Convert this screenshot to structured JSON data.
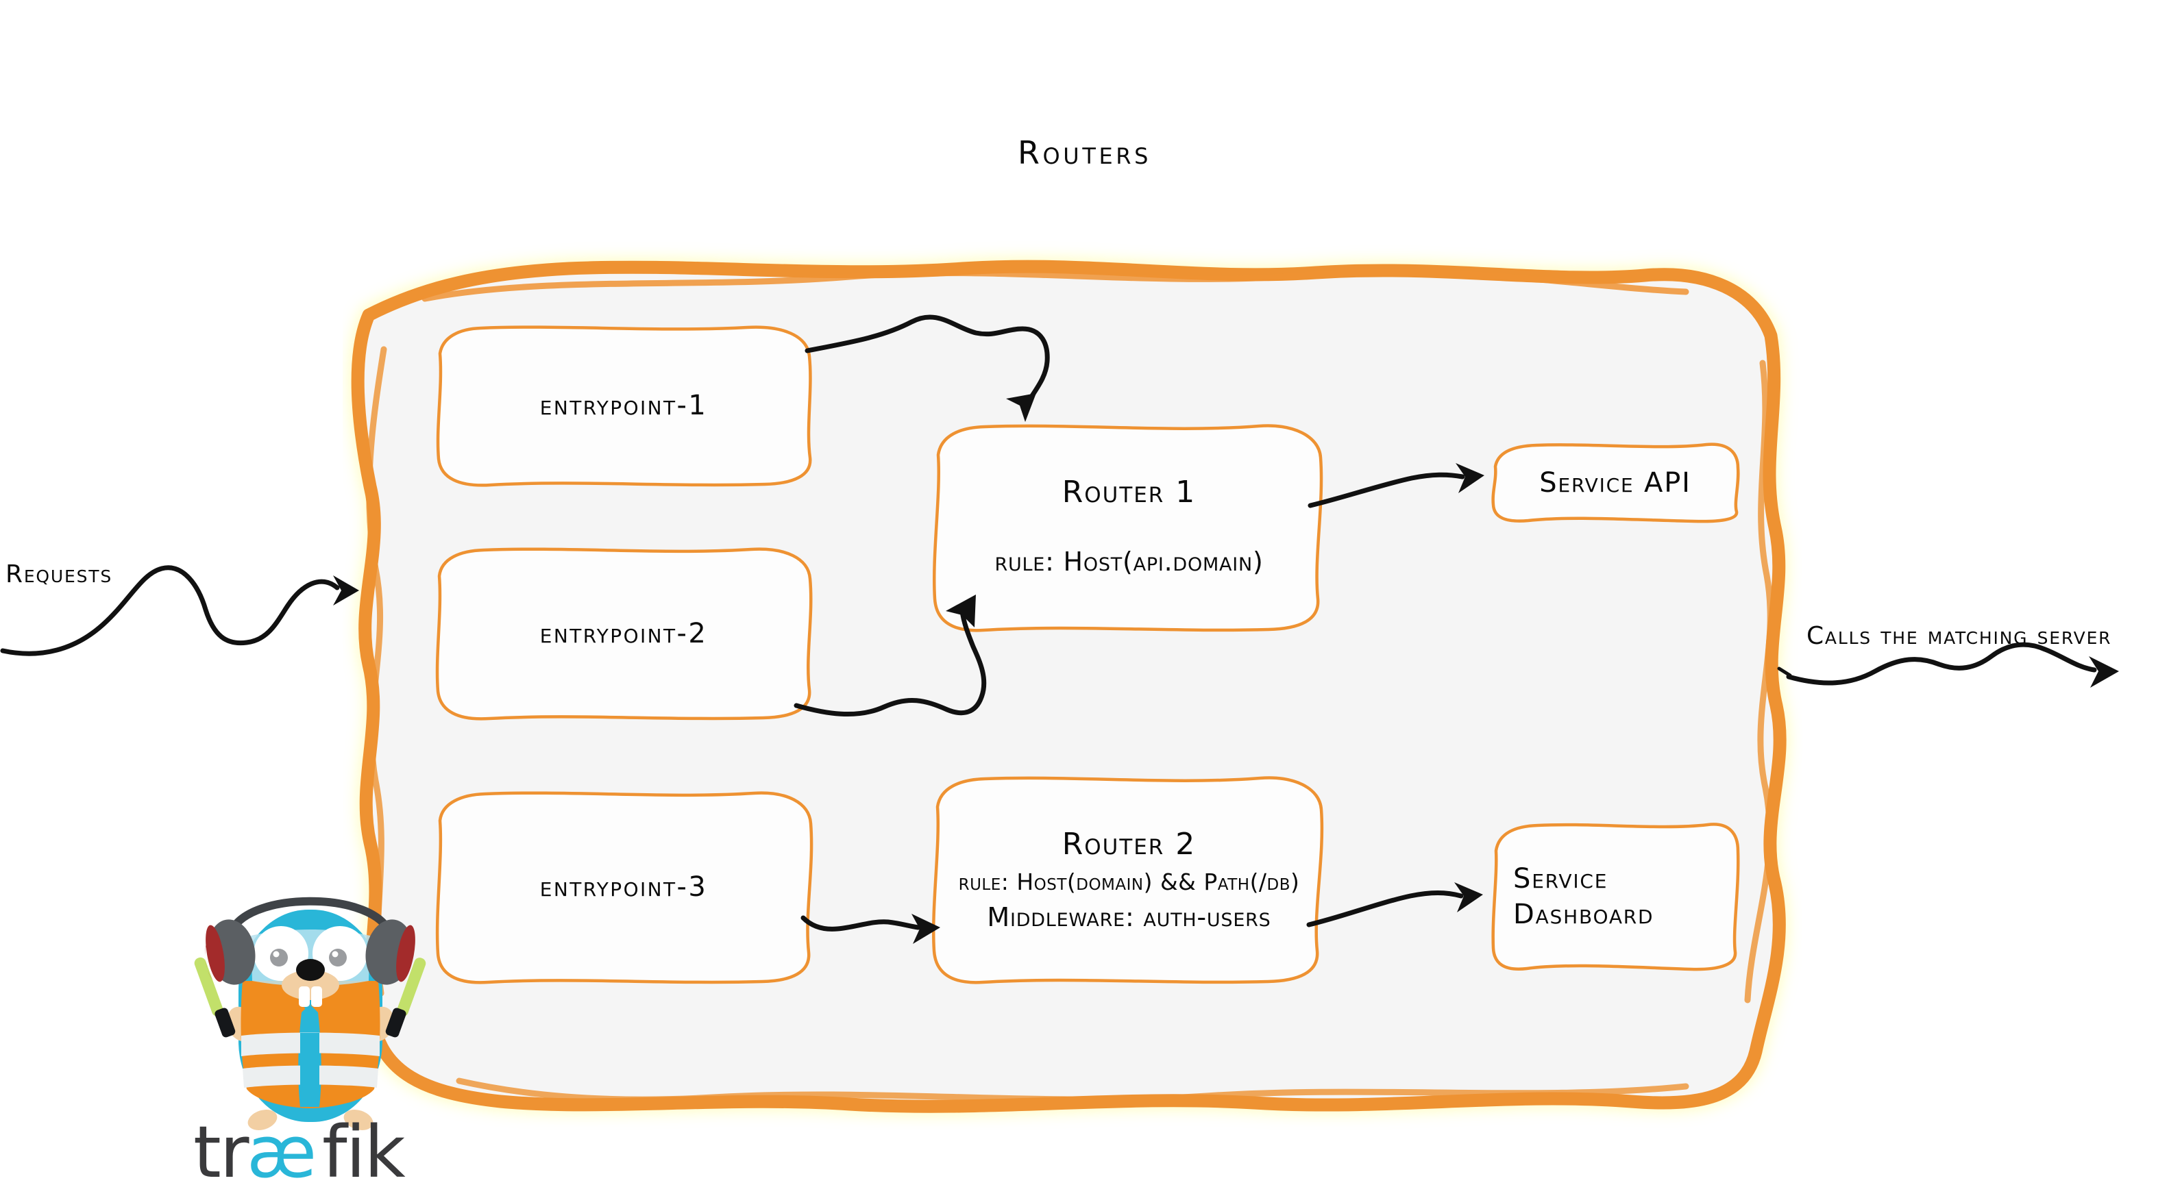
{
  "diagram": {
    "title": "Routers",
    "background_color": "#ffffff",
    "accent_color": "#ee9232",
    "panel_fill": "#f5f5f5",
    "ink_color": "#0a0a0a"
  },
  "side_labels": {
    "requests": "Requests",
    "calls": "Calls the matching server"
  },
  "entrypoints": [
    {
      "label": "entrypoint-1"
    },
    {
      "label": "entrypoint-2"
    },
    {
      "label": "entrypoint-3"
    }
  ],
  "routers": [
    {
      "title": "Router 1",
      "lines": [
        "rule: Host(api.domain)"
      ]
    },
    {
      "title": "Router 2",
      "lines": [
        "rule: Host(domain) && Path(/db)",
        "Middleware: auth-users"
      ]
    }
  ],
  "services": [
    {
      "lines": [
        "Service API"
      ]
    },
    {
      "lines": [
        "Service",
        "Dashboard"
      ]
    }
  ],
  "logo": {
    "wordmark_prefix": "tr",
    "wordmark_ligature": "æ",
    "wordmark_suffix": "fik",
    "body_color": "#29b6d8",
    "vest_color": "#f08c1e",
    "stripe_color": "#eceff0",
    "headphone_color": "#5b5f63",
    "headphone_accent": "#a32b2b",
    "wand_color": "#c2e06a",
    "wordmark_color": "#3a3a3c"
  }
}
